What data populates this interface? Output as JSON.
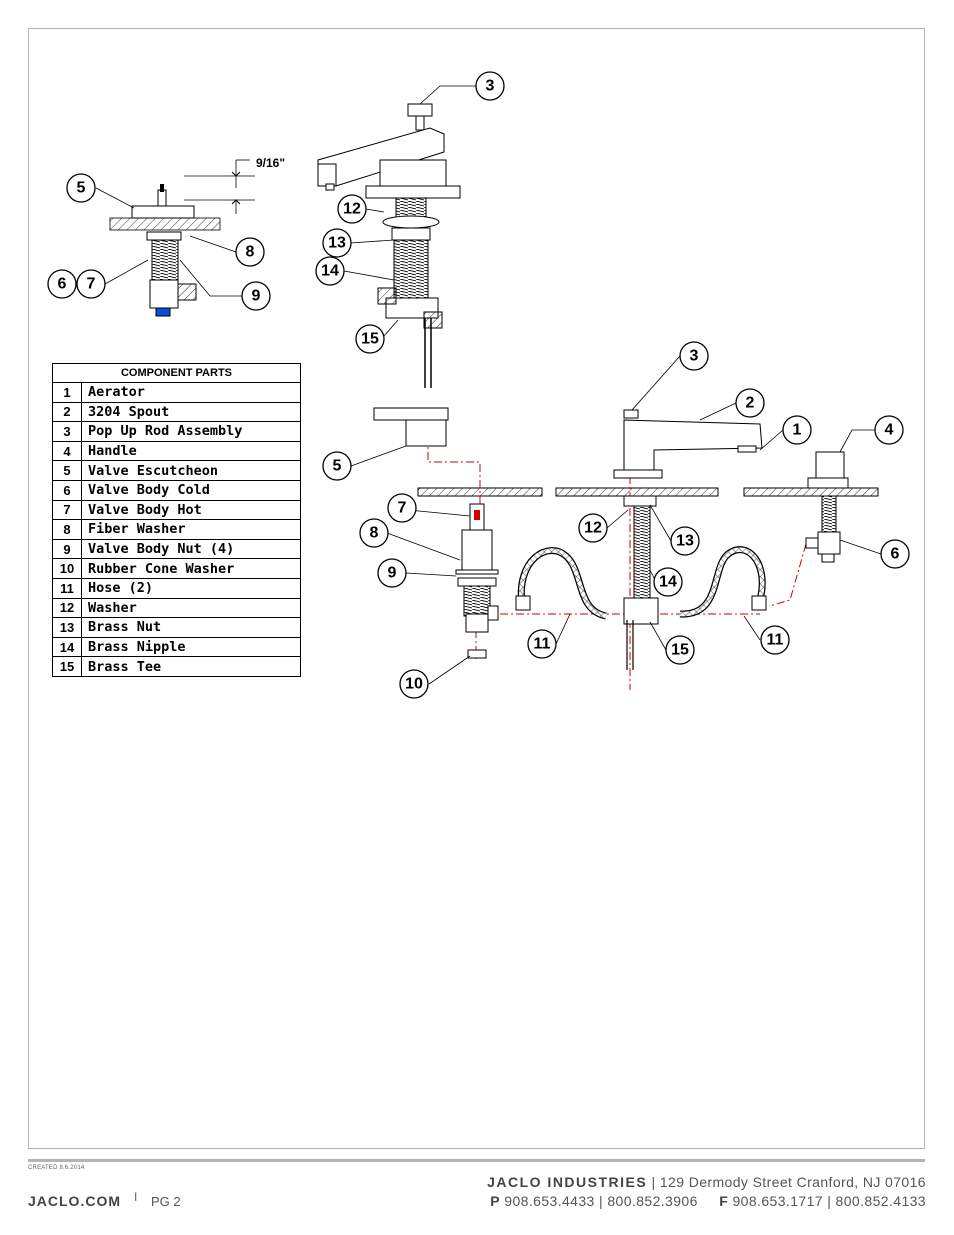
{
  "dimension": {
    "label": "9/16\""
  },
  "table": {
    "header": "COMPONENT PARTS",
    "rows": [
      {
        "num": "1",
        "name": "Aerator"
      },
      {
        "num": "2",
        "name": "3204 Spout"
      },
      {
        "num": "3",
        "name": "Pop Up Rod Assembly"
      },
      {
        "num": "4",
        "name": "Handle"
      },
      {
        "num": "5",
        "name": "Valve Escutcheon"
      },
      {
        "num": "6",
        "name": "Valve Body Cold"
      },
      {
        "num": "7",
        "name": "Valve Body Hot"
      },
      {
        "num": "8",
        "name": "Fiber Washer"
      },
      {
        "num": "9",
        "name": "Valve Body Nut (4)"
      },
      {
        "num": "10",
        "name": "Rubber Cone Washer"
      },
      {
        "num": "11",
        "name": "Hose (2)"
      },
      {
        "num": "12",
        "name": "Washer"
      },
      {
        "num": "13",
        "name": "Brass Nut"
      },
      {
        "num": "14",
        "name": "Brass Nipple"
      },
      {
        "num": "15",
        "name": "Brass Tee"
      }
    ]
  },
  "callouts": {
    "c3a": "3",
    "c5a": "5",
    "c8a": "8",
    "c6a": "6",
    "c7a": "7",
    "c9a": "9",
    "c12a": "12",
    "c13a": "13",
    "c14a": "14",
    "c15a": "15",
    "c3b": "3",
    "c2": "2",
    "c1": "1",
    "c4": "4",
    "c5b": "5",
    "c7b": "7",
    "c8b": "8",
    "c9b": "9",
    "c10": "10",
    "c11a": "11",
    "c11b": "11",
    "c12b": "12",
    "c13b": "13",
    "c14b": "14",
    "c15b": "15",
    "c6b": "6"
  },
  "footer": {
    "created": "CREATED 8.6.2014",
    "site": "JACLO.COM",
    "separator": "I",
    "page": "PG 2",
    "company": "JACLO INDUSTRIES",
    "address": "| 129 Dermody Street   Cranford, NJ 07016",
    "phone_label": "P",
    "phone": "908.653.4433  |  800.852.3906",
    "fax_label": "F",
    "fax": "908.653.1717  |  800.852.4133"
  },
  "colors": {
    "centerline": "#d40000",
    "frame": "#b4b4b4"
  }
}
